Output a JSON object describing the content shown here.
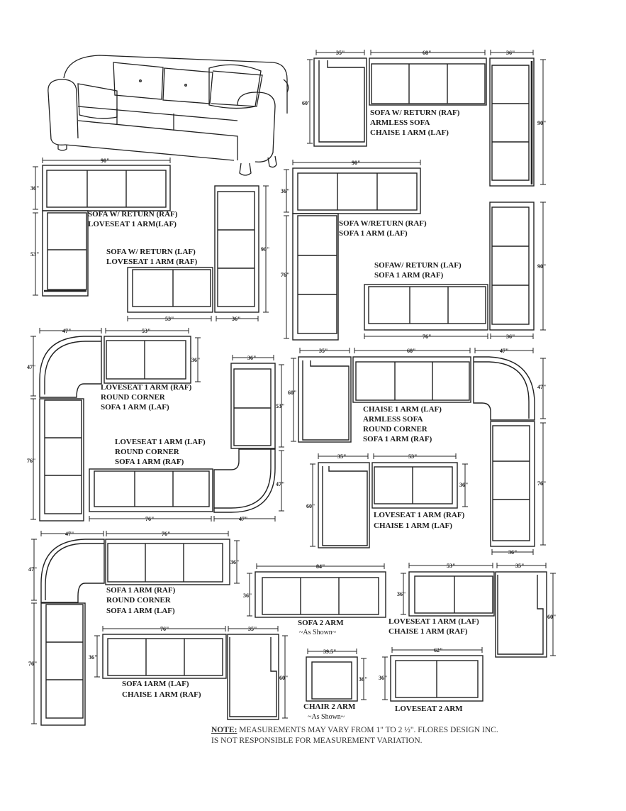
{
  "configs": [
    {
      "id": "c1",
      "labels": [
        "SOFA W/ RETURN (RAF)",
        "ARMLESS SOFA",
        "CHAISE 1 ARM (LAF)"
      ],
      "dims": [
        "35\"",
        "68\"",
        "36\"",
        "60\"",
        "90\""
      ]
    },
    {
      "id": "c2",
      "labels": [
        "SOFA W/ RETURN (RAF)",
        "LOVESEAT 1 ARM(LAF)"
      ],
      "dims": [
        "90\"",
        "36\"",
        "53\""
      ]
    },
    {
      "id": "c3",
      "labels": [
        "SOFA  W/ RETURN (LAF)",
        "LOVESEAT 1 ARM (RAF)"
      ],
      "dims": [
        "53\"",
        "36\"",
        "90\""
      ]
    },
    {
      "id": "c4",
      "labels": [
        "SOFA W/RETURN (RAF)",
        "SOFA 1 ARM (LAF)"
      ],
      "dims": [
        "90\"",
        "36\"",
        "76\""
      ]
    },
    {
      "id": "c5",
      "labels": [
        "SOFAW/ RETURN (LAF)",
        "SOFA 1 ARM (RAF)"
      ],
      "dims": [
        "76\"",
        "36\"",
        "90\""
      ]
    },
    {
      "id": "c6",
      "labels": [
        "LOVESEAT 1 ARM (RAF)",
        "ROUND CORNER",
        "SOFA 1 ARM (LAF)"
      ],
      "dims": [
        "47\"",
        "53\"",
        "47\"",
        "36\"",
        "76\""
      ]
    },
    {
      "id": "c7",
      "labels": [
        "LOVESEAT 1 ARM (LAF)",
        "ROUND CORNER",
        "SOFA 1 ARM (RAF)"
      ],
      "dims": [
        "36\"",
        "53\"",
        "47\"",
        "76\"",
        "47\""
      ]
    },
    {
      "id": "c8",
      "labels": [
        "CHAISE 1 ARM (LAF)",
        "ARMLESS SOFA",
        "ROUND CORNER",
        "SOFA 1 ARM (RAF)"
      ],
      "dims": [
        "35\"",
        "68\"",
        "47\"",
        "60\"",
        "47\"",
        "76\"",
        "36\""
      ]
    },
    {
      "id": "c9",
      "labels": [
        "LOVESEAT 1 ARM (RAF)",
        "CHAISE 1 ARM (LAF)"
      ],
      "dims": [
        "35\"",
        "53\"",
        "60\"",
        "36\""
      ]
    },
    {
      "id": "c10",
      "labels": [
        "SOFA 1 ARM (RAF)",
        "ROUND CORNER",
        "SOFA 1 ARM (LAF)"
      ],
      "dims": [
        "47\"",
        "76\"",
        "47\"",
        "36\"",
        "76\""
      ]
    },
    {
      "id": "c11",
      "labels": [
        "SOFA 2 ARM",
        "~As Shown~"
      ],
      "dims": [
        "84\"",
        "36\""
      ]
    },
    {
      "id": "c12",
      "labels": [
        "LOVESEAT 1 ARM (LAF)",
        "CHAISE 1 ARM (RAF)"
      ],
      "dims": [
        "53\"",
        "35\"",
        "36\"",
        "60\""
      ]
    },
    {
      "id": "c13",
      "labels": [
        "SOFA 1ARM (LAF)",
        "CHAISE 1 ARM (RAF)"
      ],
      "dims": [
        "76\"",
        "35\"",
        "36\"",
        "60\""
      ]
    },
    {
      "id": "c14",
      "labels": [
        "CHAIR 2 ARM",
        "~As Shown~"
      ],
      "dims": [
        "39.5\"",
        "36\""
      ]
    },
    {
      "id": "c15",
      "labels": [
        "LOVESEAT  2 ARM"
      ],
      "dims": [
        "62\"",
        "36\""
      ]
    }
  ],
  "note": {
    "prefix": "NOTE:",
    "line1": " MEASUREMENTS MAY VARY FROM 1\" TO 2 ½\". FLORES DESIGN INC.",
    "line2": "IS NOT RESPONSIBLE FOR MEASUREMENT VARIATION."
  }
}
